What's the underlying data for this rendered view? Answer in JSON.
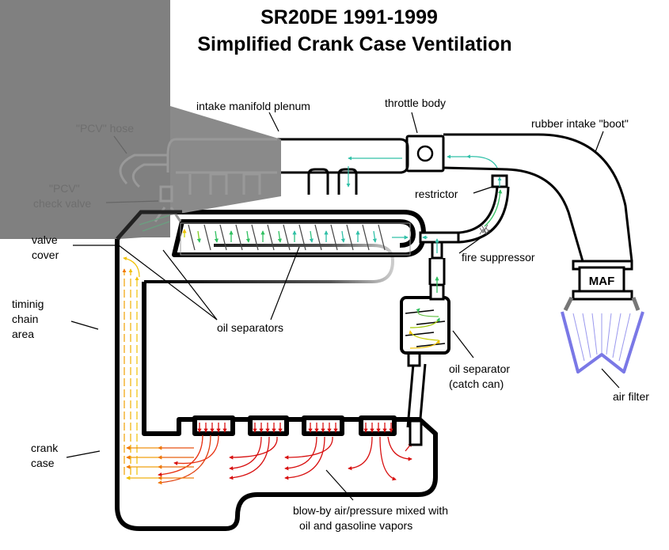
{
  "title": {
    "line1": "SR20DE 1991-1999",
    "line2": "Simplified Crank Case Ventilation"
  },
  "labels": {
    "intake_manifold_plenum": "intake manifold plenum",
    "throttle_body": "throttle body",
    "rubber_intake_boot": "rubber intake \"boot\"",
    "pcv_hose": "\"PCV\" hose",
    "pcv_check_valve_line1": "\"PCV\"",
    "pcv_check_valve_line2": "check valve",
    "restrictor": "restrictor",
    "valve_cover_line1": "valve",
    "valve_cover_line2": "cover",
    "fire_suppressor": "fire suppressor",
    "maf": "MAF",
    "timing_chain_line1": "timinig",
    "timing_chain_line2": "chain",
    "timing_chain_line3": "area",
    "oil_separators": "oil separators",
    "oil_separator_catch_can_line1": "oil separator",
    "oil_separator_catch_can_line2": "(catch can)",
    "air_filter": "air filter",
    "crank_case_line1": "crank",
    "crank_case_line2": "case",
    "blowby_line1": "blow-by air/pressure mixed with",
    "blowby_line2": "oil and gasoline vapors"
  },
  "colors": {
    "outline": "#000000",
    "component_grey": "#888888",
    "overlay_grey": "#808080",
    "air_filter": "#7a78e6",
    "flow_red": "#d81010",
    "flow_orange": "#f07800",
    "flow_yellow": "#f0c000",
    "flow_green": "#30c060",
    "flow_teal": "#30c0a8"
  }
}
